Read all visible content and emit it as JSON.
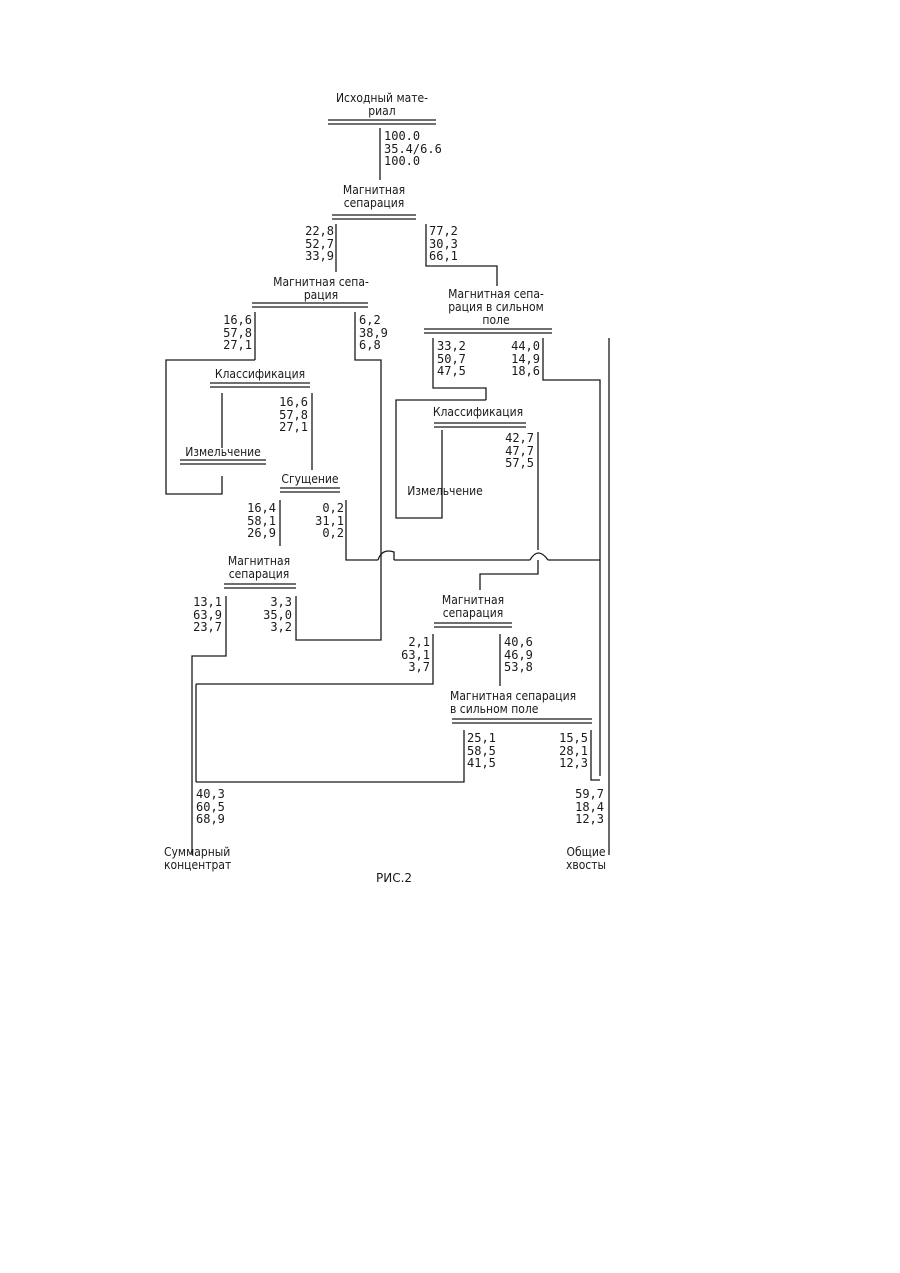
{
  "nodes": {
    "feed": {
      "label_lines": [
        "Исходный мате-",
        "риал"
      ]
    },
    "ms1": {
      "label_lines": [
        "Магнитная",
        "сепарация"
      ]
    },
    "ms2": {
      "label_lines": [
        "Магнитная сепа-",
        "рация"
      ]
    },
    "hms1": {
      "label_lines": [
        "Магнитная сепа-",
        "рация в сильном",
        "поле"
      ]
    },
    "class1": {
      "label": "Классификация"
    },
    "grind1": {
      "label": "Измельчение"
    },
    "thick": {
      "label": "Сгущение"
    },
    "class2": {
      "label": "Классификация"
    },
    "grind2": {
      "label": "Измельчение"
    },
    "ms3": {
      "label_lines": [
        "Магнитная",
        "сепарация"
      ]
    },
    "ms4": {
      "label_lines": [
        "Магнитная",
        "сепарация"
      ]
    },
    "hms2": {
      "label_lines": [
        "Магнитная сепарация",
        "в сильном поле"
      ]
    },
    "total_conc": {
      "label_lines": [
        "Суммарный",
        "концентрат"
      ]
    },
    "total_tails": {
      "label_lines": [
        "Общие",
        "хвосты"
      ]
    }
  },
  "streams": {
    "feed": [
      "100.0",
      "35.4/6.6",
      "100.0"
    ],
    "ms1_mag": [
      "22,8",
      "52,7",
      "33,9"
    ],
    "ms1_nonmag": [
      "77,2",
      "30,3",
      "66,1"
    ],
    "ms2_mag": [
      "16,6",
      "57,8",
      "27,1"
    ],
    "ms2_nonmag": [
      "6,2",
      "38,9",
      "6,8"
    ],
    "hms1_mag": [
      "33,2",
      "50,7",
      "47,5"
    ],
    "hms1_nonmag": [
      "44,0",
      "14,9",
      "18,6"
    ],
    "class1_out": [
      "16,6",
      "57,8",
      "27,1"
    ],
    "class2_out": [
      "42,7",
      "47,7",
      "57,5"
    ],
    "thick_under": [
      "16,4",
      "58,1",
      "26,9"
    ],
    "thick_over": [
      "0,2",
      "31,1",
      "0,2"
    ],
    "ms3_mag": [
      "13,1",
      "63,9",
      "23,7"
    ],
    "ms3_nonmag": [
      "3,3",
      "35,0",
      "3,2"
    ],
    "ms4_mag": [
      "2,1",
      "63,1",
      "3,7"
    ],
    "ms4_nonmag": [
      "40,6",
      "46,9",
      "53,8"
    ],
    "hms2_mag": [
      "25,1",
      "58,5",
      "41,5"
    ],
    "hms2_nonmag": [
      "15,5",
      "28,1",
      "12,3"
    ],
    "total_conc": [
      "40,3",
      "60,5",
      "68,9"
    ],
    "total_tails": [
      "59,7",
      "18,4",
      "12,3"
    ]
  },
  "caption": "РИС.2"
}
